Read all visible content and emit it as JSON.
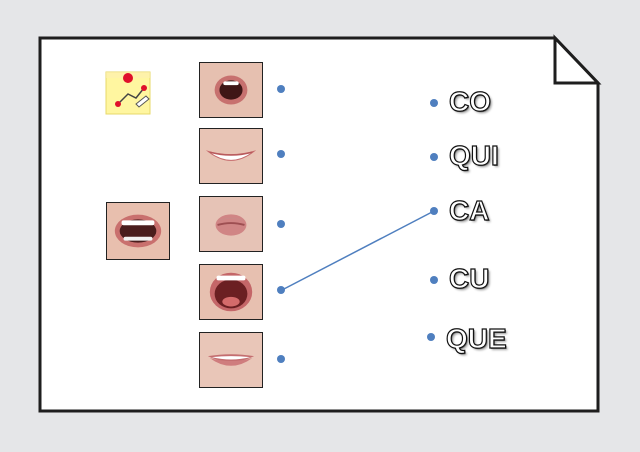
{
  "words": [
    "CO",
    "QUI",
    "CA",
    "CU",
    "QUE"
  ],
  "colors": {
    "background": "#e5e6e8",
    "card_fill": "#ffffff",
    "card_border": "#1e1e1e",
    "dot": "#4f7fbf",
    "line": "#4f7fbf",
    "note": "#fff6a0",
    "pin": "#e0102a"
  },
  "icons": {
    "note": "sticky-note-pencil-icon",
    "mouths": [
      "mouth-o-shape",
      "mouth-smile-teeth",
      "mouth-pursed-lips",
      "mouth-wide-open",
      "mouth-slight-smile"
    ],
    "reference": "mouth-open-teeth"
  }
}
